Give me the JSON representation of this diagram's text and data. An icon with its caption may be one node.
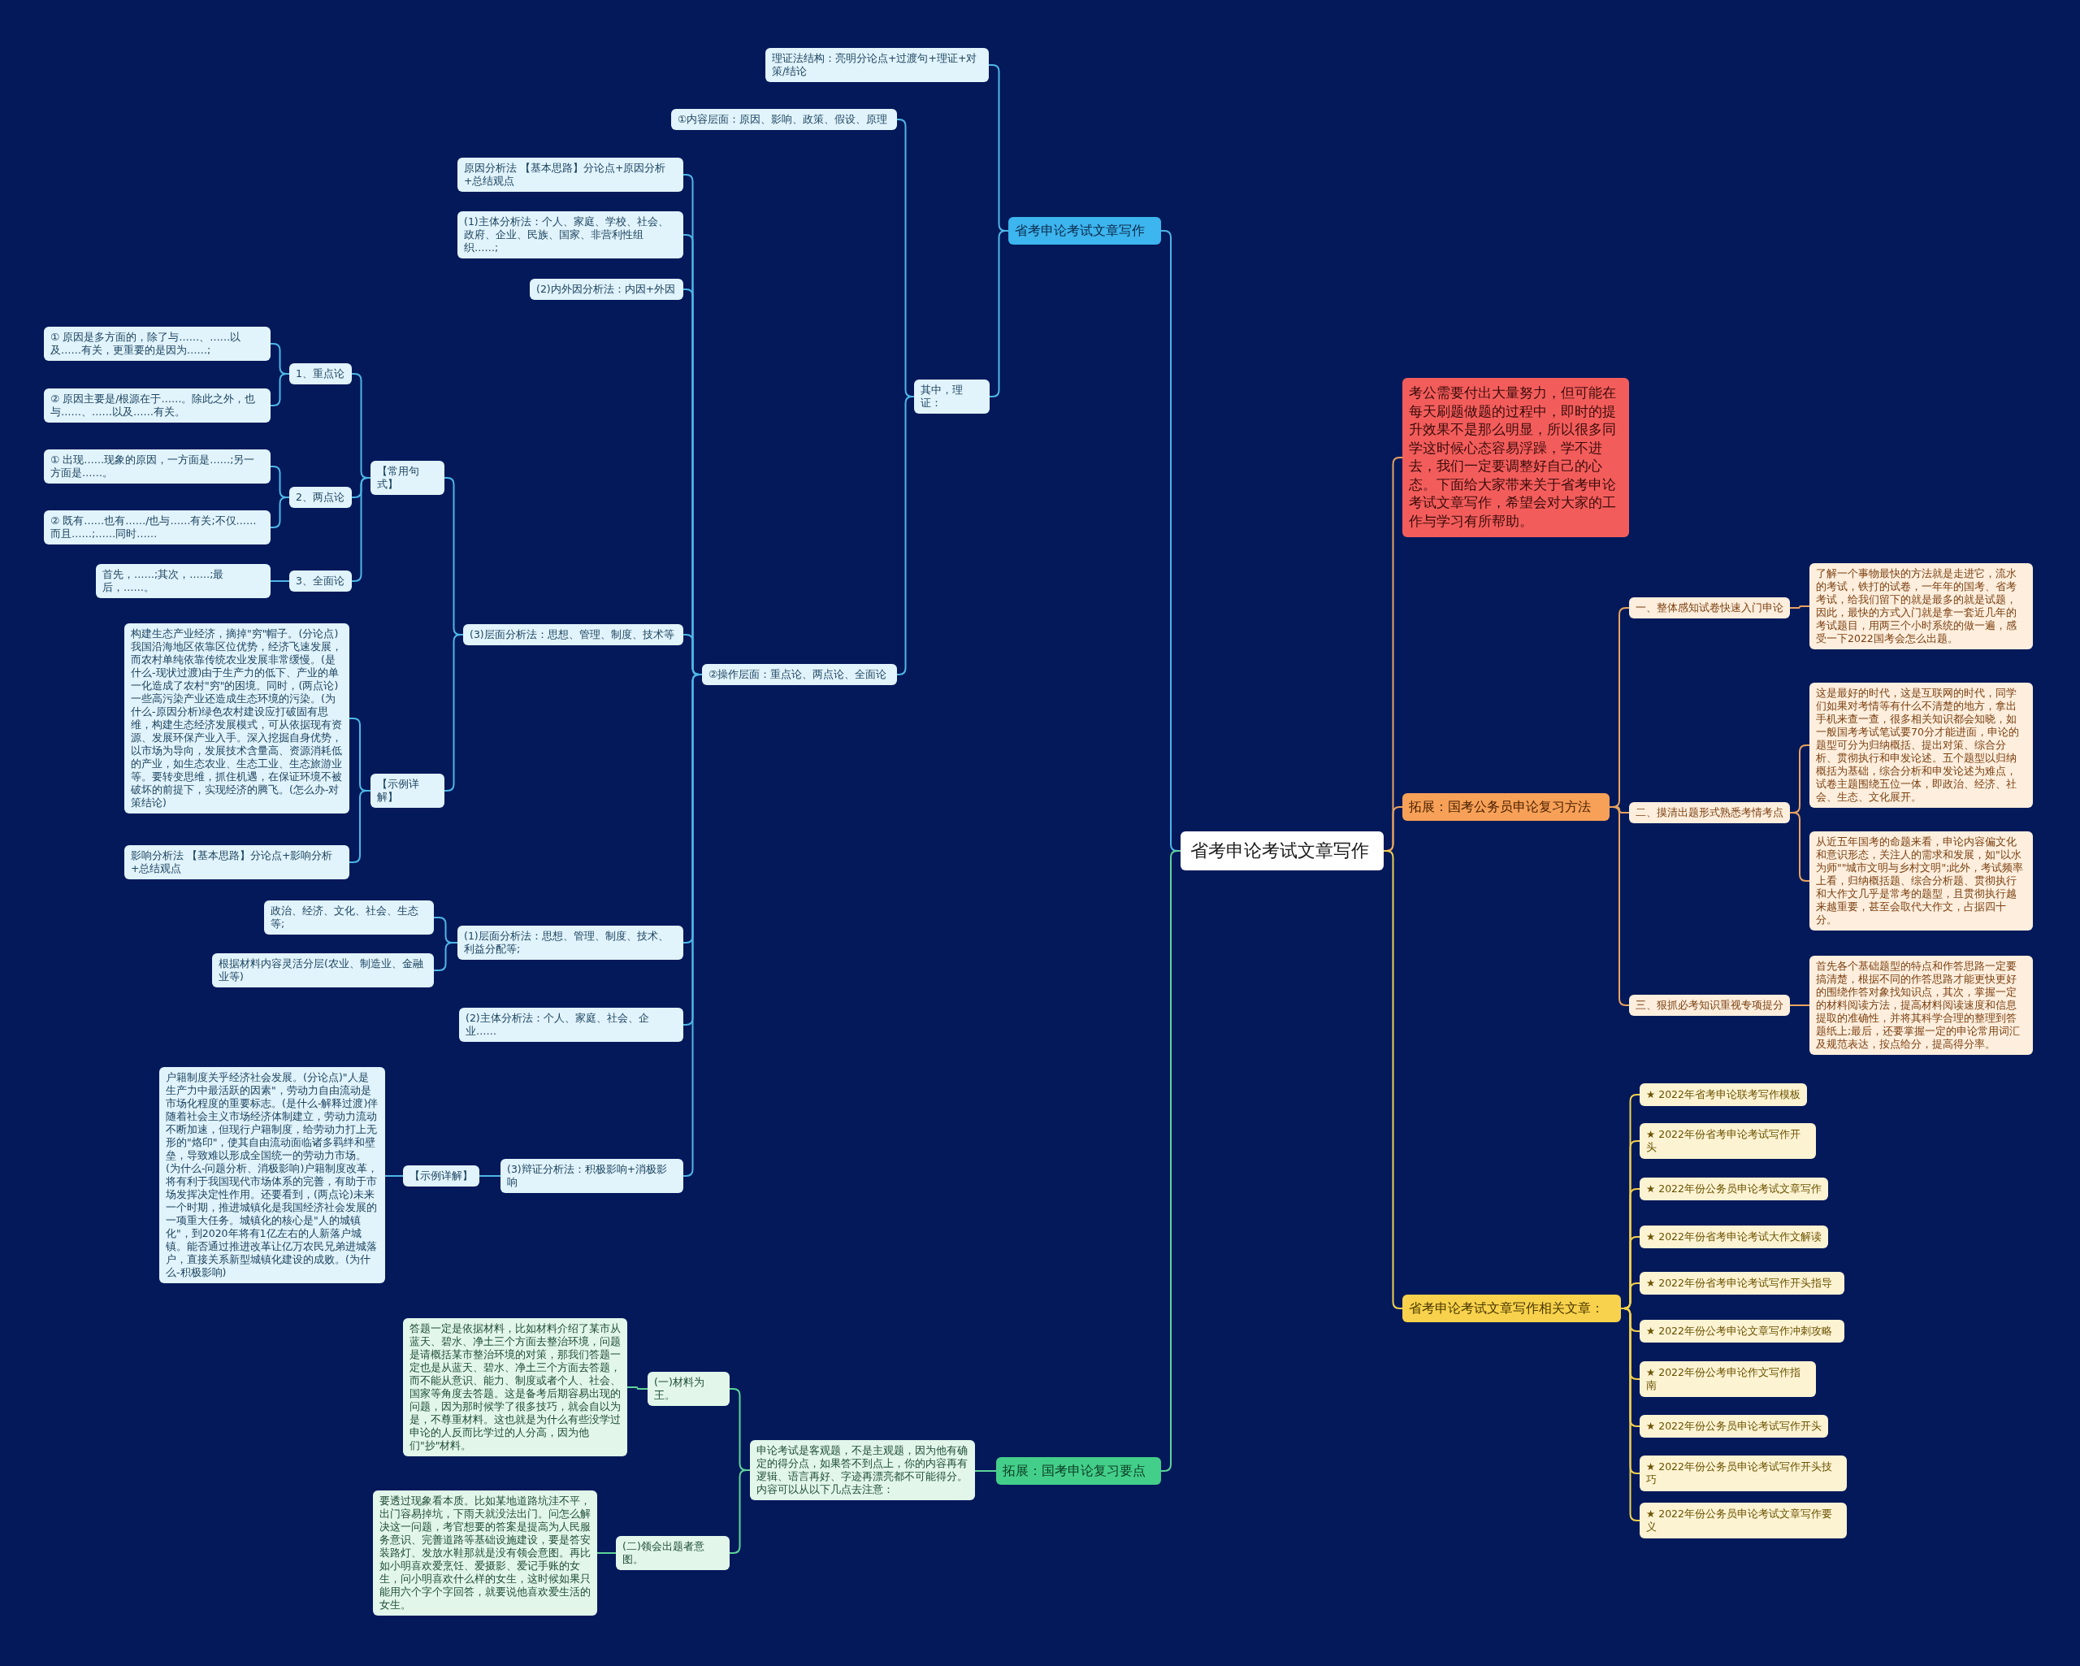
{
  "diagram": {
    "nodes": [
      {
        "text": [
          "省考申论考试文章写作"
        ]
      },
      {
        "text": [
          "省考申论考试文章写作"
        ]
      },
      {
        "text": [
          "理证法结构：亮明分论点+过渡句+理证+对策/结论"
        ]
      },
      {
        "text": [
          "其中，理证："
        ]
      },
      {
        "text": [
          "①内容层面：原因、影响、政策、假设、原理"
        ]
      },
      {
        "text": [
          "②操作层面：重点论、两点论、全面论"
        ]
      },
      {
        "text": [
          "原因分析法 【基本思路】分论点+原因分析+总结观点"
        ]
      },
      {
        "text": [
          "(1)主体分析法：个人、家庭、学校、社会、政府、企业、民族、国家、非营利性组织……;"
        ]
      },
      {
        "text": [
          "(2)内外因分析法：内因+外因"
        ]
      },
      {
        "text": [
          "(3)层面分析法：思想、管理、制度、技术等"
        ]
      },
      {
        "text": [
          "【常用句式】"
        ]
      },
      {
        "text": [
          "1、重点论"
        ]
      },
      {
        "text": [
          "① 原因是多方面的，除了与……、……以及……有关，更重要的是因为……;"
        ]
      },
      {
        "text": [
          "② 原因主要是/根源在于……。除此之外，也与……、……以及……有关。"
        ]
      },
      {
        "text": [
          "2、两点论"
        ]
      },
      {
        "text": [
          "① 出现……现象的原因，一方面是……;另一方面是……。"
        ]
      },
      {
        "text": [
          "② 既有……也有……/也与……有关;不仅……而且……;……同时……"
        ]
      },
      {
        "text": [
          "3、全面论"
        ]
      },
      {
        "text": [
          "首先，……;其次，……;最后，……。"
        ]
      },
      {
        "text": [
          "【示例详解】"
        ]
      },
      {
        "text": [
          "构建生态产业经济，摘掉\"穷\"帽子。(分论点)我国沿海地区依靠区位优势，经济飞速发展，而农村单纯依靠传统农业发展非常缓慢。(是什么-现状过渡)由于生产力的低下、产业的单一化造成了农村\"穷\"的困境。同时，(两点论)一些高污染产业还造成生态环境的污染。(为什么-原因分析)绿色农村建设应打破固有思维，构建生态经济发展模式，可从依据现有资源、发展环保产业入手。深入挖掘自身优势，以市场为导向，发展技术含量高、资源消耗低的产业，如生态农业、生态工业、生态旅游业等。要转变思维，抓住机遇，在保证环境不被破坏的前提下，实现经济的腾飞。(怎么办-对策结论)"
        ]
      },
      {
        "text": [
          "影响分析法 【基本思路】分论点+影响分析+总结观点"
        ]
      },
      {
        "text": [
          "(1)层面分析法：思想、管理、制度、技术、利益分配等;"
        ]
      },
      {
        "text": [
          "政治、经济、文化、社会、生态等;"
        ]
      },
      {
        "text": [
          "根据材料内容灵活分层(农业、制造业、金融业等)"
        ]
      },
      {
        "text": [
          "(2)主体分析法：个人、家庭、社会、企业……"
        ]
      },
      {
        "text": [
          "(3)辩证分析法：积极影响+消极影响"
        ]
      },
      {
        "text": [
          "【示例详解】"
        ]
      },
      {
        "text": [
          "户籍制度关乎经济社会发展。(分论点)\"人是生产力中最活跃的因素\"，劳动力自由流动是市场化程度的重要标志。(是什么-解释过渡)伴随着社会主义市场经济体制建立，劳动力流动不断加速，但现行户籍制度，给劳动力打上无形的\"烙印\"，使其自由流动面临诸多羁绊和壁垒，导致难以形成全国统一的劳动力市场。(为什么-问题分析、消极影响)户籍制度改革，将有利于我国现代市场体系的完善，有助于市场发挥决定性作用。还要看到，(两点论)未来一个时期，推进城镇化是我国经济社会发展的一项重大任务。城镇化的核心是\"人的城镇化\"，到2020年将有1亿左右的人新落户城镇。能否通过推进改革让亿万农民兄弟进城落户，直接关系新型城镇化建设的成败。(为什么-积极影响)"
        ]
      },
      {
        "text": [
          "考公需要付出大量努力，但可能在每天刷题做题的过程中，即时的提升效果不是那么明显，所以很多同学这时候心态容易浮躁，学不进去，我们一定要调整好自己的心态。下面给大家带来关于省考申论考试文章写作，希望会对大家的工作与学习有所帮助。"
        ]
      },
      {
        "text": [
          "拓展：国考公务员申论复习方法"
        ]
      },
      {
        "text": [
          "一、整体感知试卷快速入门申论"
        ]
      },
      {
        "text": [
          "了解一个事物最快的方法就是走进它，流水的考试，铁打的试卷，一年年的国考、省考考试，给我们留下的就是最多的就是试题，因此，最快的方式入门就是拿一套近几年的考试题目，用两三个小时系统的做一遍，感受一下2022国考会怎么出题。"
        ]
      },
      {
        "text": [
          "二、摸清出题形式熟悉考情考点"
        ]
      },
      {
        "text": [
          "这是最好的时代，这是互联网的时代，同学们如果对考情等有什么不清楚的地方，拿出手机来查一查，很多相关知识都会知晓，如一般国考考试笔试要70分才能进面，申论的题型可分为归纳概括、提出对策、综合分析、贯彻执行和申发论述。五个题型以归纳概括为基础，综合分析和申发论述为难点，试卷主题围绕五位一体，即政治、经济、社会、生态、文化展开。"
        ]
      },
      {
        "text": [
          "从近五年国考的命题来看，申论内容偏文化和意识形态，关注人的需求和发展，如\"以水为师\"\"城市文明与乡村文明\";此外，考试频率上看，归纳概括题、综合分析题、贯彻执行和大作文几乎是常考的题型，且贯彻执行越来越重要，甚至会取代大作文，占据四十分。"
        ]
      },
      {
        "text": [
          "三、狠抓必考知识重视专项提分"
        ]
      },
      {
        "text": [
          "首先各个基础题型的特点和作答思路一定要搞清楚，根据不同的作答思路才能更快更好的围绕作答对象找知识点，其次，掌握一定的材料阅读方法，提高材料阅读速度和信息提取的准确性，并将其科学合理的整理到答题纸上;最后，还要掌握一定的申论常用词汇及规范表达，按点给分，提高得分率。"
        ]
      },
      {
        "text": [
          "省考申论考试文章写作相关文章："
        ]
      },
      {
        "text": [
          "★ 2022年省考申论联考写作模板"
        ]
      },
      {
        "text": [
          "★ 2022年份省考申论考试写作开头"
        ]
      },
      {
        "text": [
          "★ 2022年份公务员申论考试文章写作"
        ]
      },
      {
        "text": [
          "★ 2022年份省考申论考试大作文解读"
        ]
      },
      {
        "text": [
          "★ 2022年份省考申论考试写作开头指导"
        ]
      },
      {
        "text": [
          "★ 2022年份公考申论文章写作冲刺攻略"
        ]
      },
      {
        "text": [
          "★ 2022年份公考申论作文写作指南"
        ]
      },
      {
        "text": [
          "★ 2022年份公务员申论考试写作开头"
        ]
      },
      {
        "text": [
          "★ 2022年份公务员申论考试写作开头技巧"
        ]
      },
      {
        "text": [
          "★ 2022年份公务员申论考试文章写作要义"
        ]
      },
      {
        "text": [
          "拓展：国考申论复习要点"
        ]
      },
      {
        "text": [
          "申论考试是客观题，不是主观题，因为他有确定的得分点，如果答不到点上，你的内容再有逻辑、语言再好、字迹再漂亮都不可能得分。内容可以从以下几点去注意："
        ]
      },
      {
        "text": [
          "(一)材料为王。"
        ]
      },
      {
        "text": [
          "答题一定是依据材料，比如材料介绍了某市从蓝天、碧水、净土三个方面去整治环境，问题是请概括某市整治环境的对策，那我们答题一定也是从蓝天、碧水、净土三个方面去答题，而不能从意识、能力、制度或者个人、社会、国家等角度去答题。这是备考后期容易出现的问题，因为那时候学了很多技巧，就会自以为是，不尊重材料。这也就是为什么有些没学过申论的人反而比学过的人分高，因为他们\"抄\"材料。"
        ]
      },
      {
        "text": [
          "(二)领会出题者意图。"
        ]
      },
      {
        "text": [
          "要透过现象看本质。比如某地道路坑洼不平，出门容易掉坑，下雨天就没法出门。问怎么解决这一问题，考官想要的答案是提高为人民服务意识、完善道路等基础设施建设，要是答安装路灯、发放水鞋那就是没有领会意图。再比如小明喜欢爱烹饪、爱摄影、爱记手账的女生，问小明喜欢什么样的女生，这时候如果只能用六个字个字回答，就要说他喜欢爱生活的女生。"
        ]
      }
    ],
    "edges": [
      {
        "from": 0,
        "to": 1,
        "arrow": "none"
      },
      {
        "from": 1,
        "to": 2,
        "arrow": "none"
      },
      {
        "from": 1,
        "to": 3,
        "arrow": "none"
      },
      {
        "from": 3,
        "to": 4,
        "arrow": "none"
      },
      {
        "from": 3,
        "to": 5,
        "arrow": "none"
      },
      {
        "from": 5,
        "to": 6,
        "arrow": "none"
      },
      {
        "from": 5,
        "to": 7,
        "arrow": "none"
      },
      {
        "from": 5,
        "to": 8,
        "arrow": "none"
      },
      {
        "from": 5,
        "to": 9,
        "arrow": "none"
      },
      {
        "from": 5,
        "to": 22,
        "arrow": "none"
      },
      {
        "from": 5,
        "to": 25,
        "arrow": "none"
      },
      {
        "from": 5,
        "to": 26,
        "arrow": "none"
      },
      {
        "from": 9,
        "to": 10,
        "arrow": "none"
      },
      {
        "from": 9,
        "to": 19,
        "arrow": "none"
      },
      {
        "from": 10,
        "to": 11,
        "arrow": "none"
      },
      {
        "from": 10,
        "to": 14,
        "arrow": "none"
      },
      {
        "from": 10,
        "to": 17,
        "arrow": "none"
      },
      {
        "from": 11,
        "to": 12,
        "arrow": "none"
      },
      {
        "from": 11,
        "to": 13,
        "arrow": "none"
      },
      {
        "from": 14,
        "to": 15,
        "arrow": "none"
      },
      {
        "from": 14,
        "to": 16,
        "arrow": "none"
      },
      {
        "from": 17,
        "to": 18,
        "arrow": "none"
      },
      {
        "from": 19,
        "to": 20,
        "arrow": "none"
      },
      {
        "from": 19,
        "to": 21,
        "arrow": "none"
      },
      {
        "from": 22,
        "to": 23,
        "arrow": "none"
      },
      {
        "from": 22,
        "to": 24,
        "arrow": "none"
      },
      {
        "from": 26,
        "to": 27,
        "arrow": "none"
      },
      {
        "from": 27,
        "to": 28,
        "arrow": "none"
      },
      {
        "from": 0,
        "to": 29,
        "arrow": "none",
        "color": "#e8a35f"
      },
      {
        "from": 0,
        "to": 30,
        "arrow": "none",
        "color": "#e8a35f"
      },
      {
        "from": 30,
        "to": 31,
        "arrow": "none",
        "color": "#e8a35f"
      },
      {
        "from": 31,
        "to": 32,
        "arrow": "none",
        "color": "#e8a35f"
      },
      {
        "from": 30,
        "to": 33,
        "arrow": "none",
        "color": "#e8a35f"
      },
      {
        "from": 33,
        "to": 34,
        "arrow": "none",
        "color": "#e8a35f"
      },
      {
        "from": 33,
        "to": 35,
        "arrow": "none",
        "color": "#e8a35f"
      },
      {
        "from": 30,
        "to": 36,
        "arrow": "none",
        "color": "#e8a35f"
      },
      {
        "from": 36,
        "to": 37,
        "arrow": "none",
        "color": "#e8a35f"
      },
      {
        "from": 0,
        "to": 38,
        "arrow": "none",
        "color": "#f2d04e"
      },
      {
        "from": 38,
        "to": 39,
        "arrow": "none",
        "color": "#f2d04e"
      },
      {
        "from": 38,
        "to": 40,
        "arrow": "none",
        "color": "#f2d04e"
      },
      {
        "from": 38,
        "to": 41,
        "arrow": "none",
        "color": "#f2d04e"
      },
      {
        "from": 38,
        "to": 42,
        "arrow": "none",
        "color": "#f2d04e"
      },
      {
        "from": 38,
        "to": 43,
        "arrow": "none",
        "color": "#f2d04e"
      },
      {
        "from": 38,
        "to": 44,
        "arrow": "none",
        "color": "#f2d04e"
      },
      {
        "from": 38,
        "to": 45,
        "arrow": "none",
        "color": "#f2d04e"
      },
      {
        "from": 38,
        "to": 46,
        "arrow": "none",
        "color": "#f2d04e"
      },
      {
        "from": 38,
        "to": 47,
        "arrow": "none",
        "color": "#f2d04e"
      },
      {
        "from": 38,
        "to": 48,
        "arrow": "none",
        "color": "#f2d04e"
      },
      {
        "from": 0,
        "to": 49,
        "arrow": "none",
        "color": "#5fd39a"
      },
      {
        "from": 49,
        "to": 50,
        "arrow": "none",
        "color": "#5fd39a"
      },
      {
        "from": 50,
        "to": 51,
        "arrow": "none",
        "color": "#5fd39a"
      },
      {
        "from": 50,
        "to": 53,
        "arrow": "none",
        "color": "#5fd39a"
      },
      {
        "from": 51,
        "to": 52,
        "arrow": "none",
        "color": "#5fd39a"
      },
      {
        "from": 53,
        "to": 54,
        "arrow": "none",
        "color": "#5fd39a"
      }
    ]
  }
}
